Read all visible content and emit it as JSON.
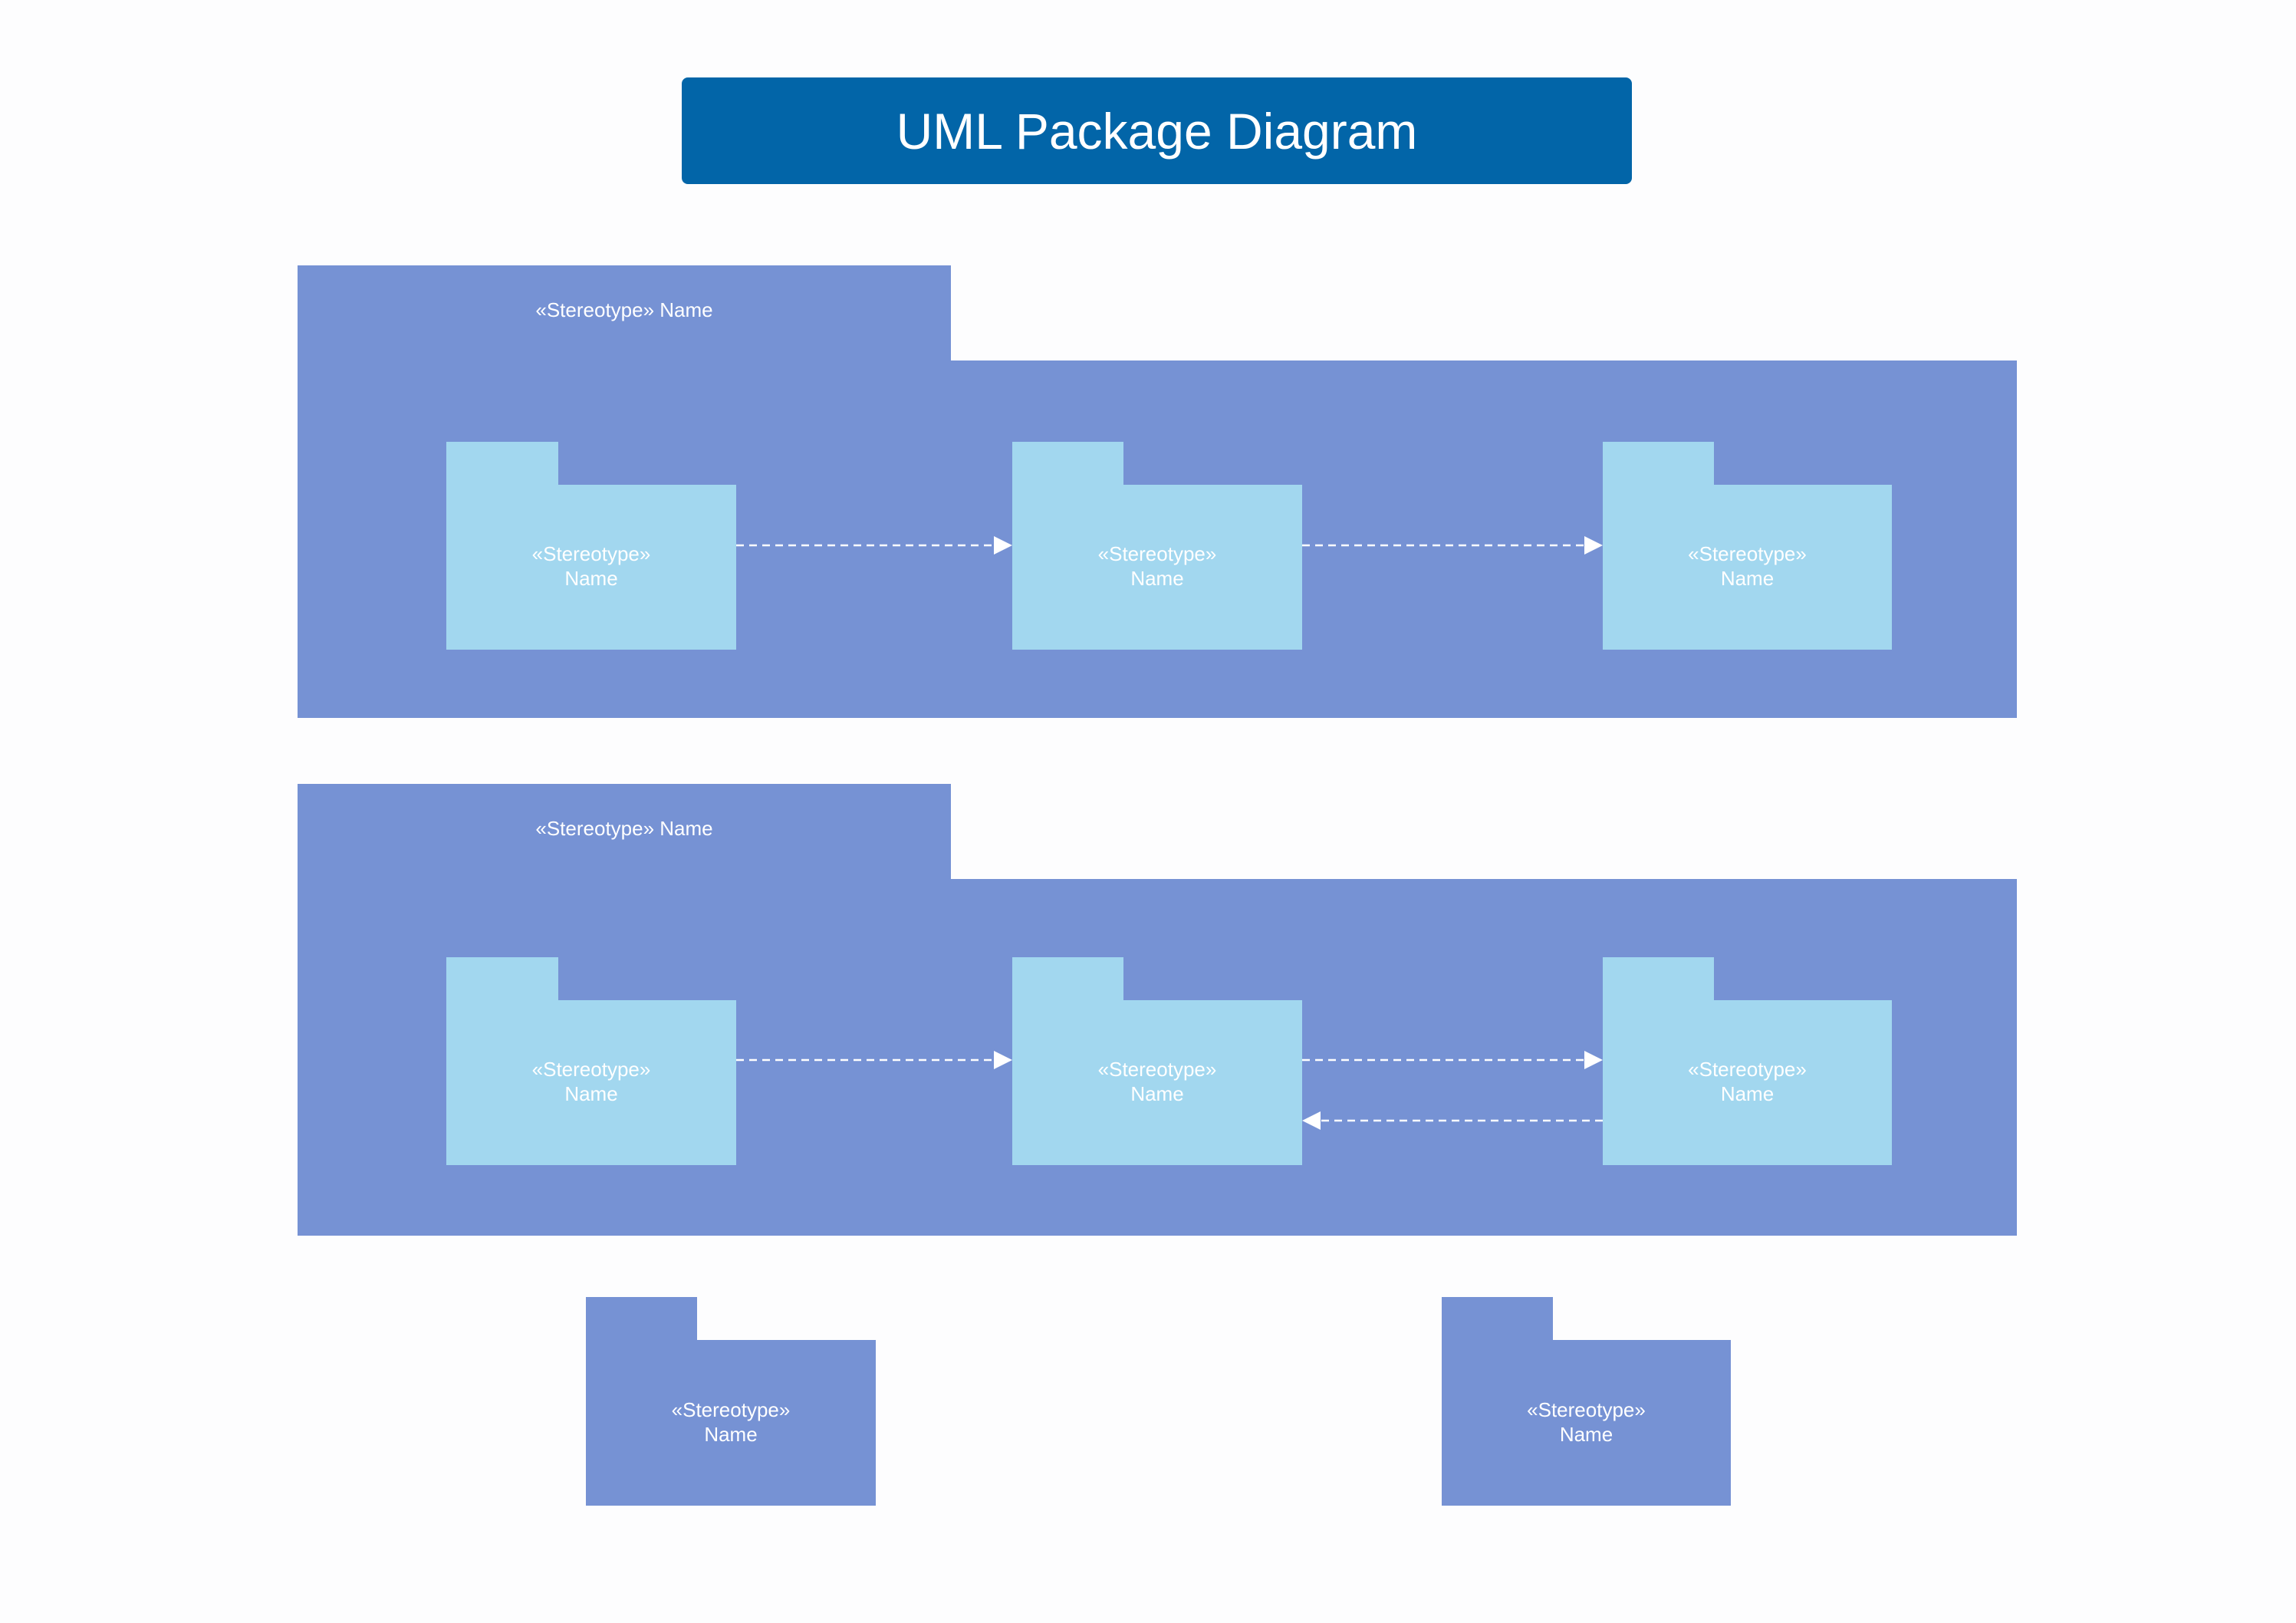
{
  "title": "UML Package Diagram",
  "colors": {
    "title_bg": "#0265a8",
    "outer_package": "#7692d4",
    "inner_package": "#a2d7ef",
    "connector": "#ffffff",
    "background": "#fdfdfe"
  },
  "packages": {
    "top": {
      "label": "«Stereotype» Name",
      "children": [
        {
          "stereotype": "«Stereotype»",
          "name": "Name"
        },
        {
          "stereotype": "«Stereotype»",
          "name": "Name"
        },
        {
          "stereotype": "«Stereotype»",
          "name": "Name"
        }
      ]
    },
    "middle": {
      "label": "«Stereotype» Name",
      "children": [
        {
          "stereotype": "«Stereotype»",
          "name": "Name"
        },
        {
          "stereotype": "«Stereotype»",
          "name": "Name"
        },
        {
          "stereotype": "«Stereotype»",
          "name": "Name"
        }
      ]
    },
    "bottom": [
      {
        "stereotype": "«Stereotype»",
        "name": "Name"
      },
      {
        "stereotype": "«Stereotype»",
        "name": "Name"
      }
    ]
  },
  "dependencies": [
    {
      "from": "top.children.0",
      "to": "top.children.1",
      "style": "dashed"
    },
    {
      "from": "top.children.1",
      "to": "top.children.2",
      "style": "dashed"
    },
    {
      "from": "middle.children.0",
      "to": "middle.children.1",
      "style": "dashed"
    },
    {
      "from": "middle.children.1",
      "to": "middle.children.2",
      "style": "dashed"
    },
    {
      "from": "middle.children.2",
      "to": "middle.children.1",
      "style": "dashed"
    }
  ]
}
